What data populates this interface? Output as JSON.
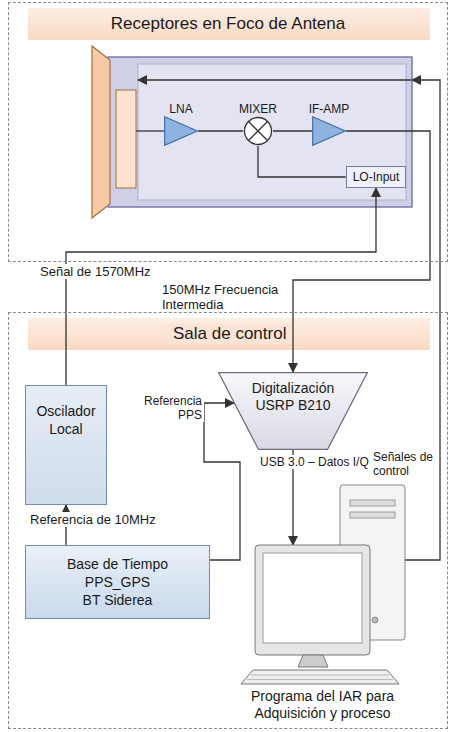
{
  "diagram": {
    "nodes": [
      {
        "text": [
          "Receptores en Foco de Antena"
        ]
      },
      {
        "text": [
          "LNA"
        ],
        "in": 0
      },
      {
        "text": [
          "MIXER"
        ],
        "in": 0
      },
      {
        "text": [
          "IF-AMP"
        ],
        "in": 0
      },
      {
        "text": [
          "LO-Input"
        ],
        "in": 0
      },
      {
        "text": [
          "Sala de control"
        ]
      },
      {
        "text": [
          "Oscilador Local"
        ],
        "in": 5
      },
      {
        "text": [
          "Digitalización USRP B210"
        ],
        "in": 5
      },
      {
        "text": [
          "Base de Tiempo",
          "PPS_GPS",
          "BT Siderea"
        ],
        "in": 5
      },
      {
        "text": [
          "Programa del IAR para Adquisición y proceso"
        ],
        "in": 5
      }
    ],
    "edges": [
      {
        "from": 1,
        "to": 2,
        "arrow": "none"
      },
      {
        "from": 2,
        "to": 3,
        "arrow": "none"
      },
      {
        "from": 4,
        "to": 2,
        "arrow": "none"
      },
      {
        "from": 3,
        "to": 7,
        "label": "150MHz Frecuencia Intermedia",
        "arrow": "to"
      },
      {
        "from": 6,
        "to": 4,
        "label": "Señal de 1570MHz",
        "arrow": "to"
      },
      {
        "from": 8,
        "to": 6,
        "label": "Referencia de 10MHz",
        "arrow": "to"
      },
      {
        "from": 8,
        "to": 7,
        "label": "Referencia PPS",
        "arrow": "to"
      },
      {
        "from": 7,
        "to": 9,
        "label": "USB 3.0 – Datos I/Q",
        "arrow": "to"
      },
      {
        "from": 9,
        "to": 0,
        "label": "Señales de control",
        "arrow": "to"
      }
    ]
  }
}
